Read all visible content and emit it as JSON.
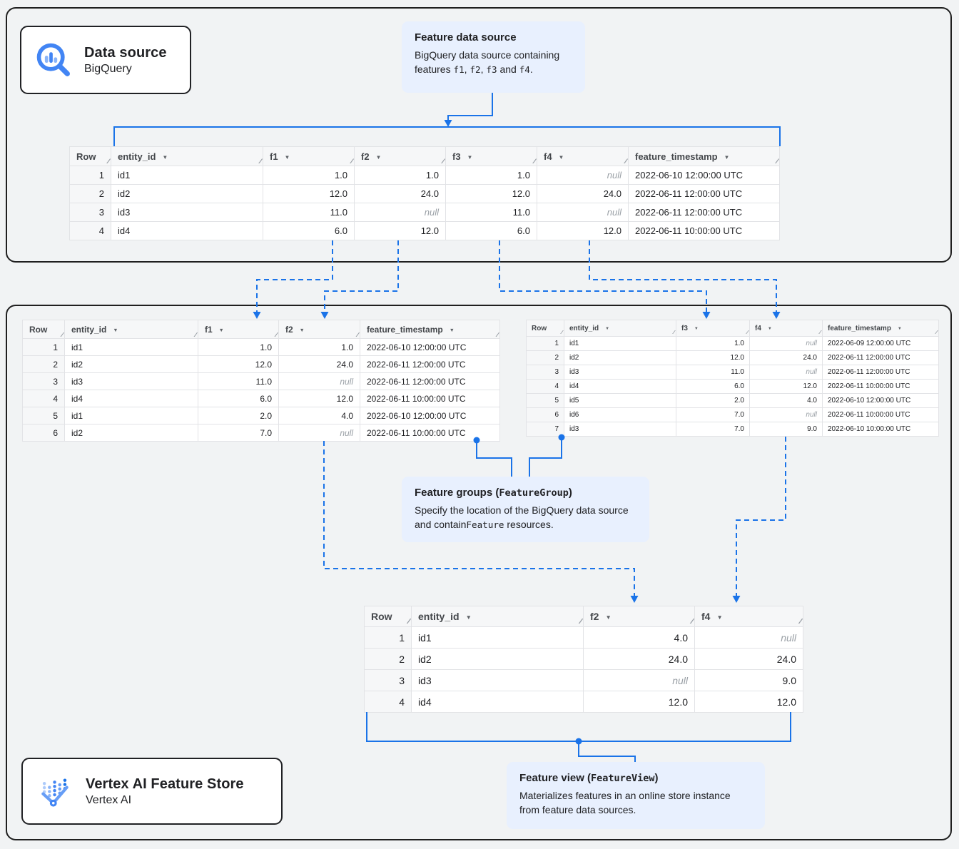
{
  "colors": {
    "accent_blue": "#1a73e8",
    "icon_blue": "#4285f4",
    "icon_blue_light": "#8ab4f8",
    "callout_bg": "#e8f0fe",
    "page_bg": "#f1f3f4",
    "null_text": "#9aa0a6"
  },
  "ui": {
    "null_label": "null",
    "icons": {
      "sort": "▼",
      "resize_grip": "⁄⁄"
    }
  },
  "cards": {
    "data_source": {
      "title": "Data source",
      "subtitle": "BigQuery"
    },
    "feature_store": {
      "title": "Vertex AI Feature Store",
      "subtitle": "Vertex AI"
    }
  },
  "callouts": {
    "feature_data_source": {
      "title_segments": [
        {
          "t": "Feature data source"
        }
      ],
      "body_segments": [
        {
          "t": "BigQuery data source containing features "
        },
        {
          "t": "f1",
          "mono": true
        },
        {
          "t": ", "
        },
        {
          "t": "f2",
          "mono": true
        },
        {
          "t": ", "
        },
        {
          "t": "f3",
          "mono": true
        },
        {
          "t": " and "
        },
        {
          "t": "f4",
          "mono": true
        },
        {
          "t": "."
        }
      ]
    },
    "feature_groups": {
      "title_segments": [
        {
          "t": "Feature groups ("
        },
        {
          "t": "FeatureGroup",
          "mono": true
        },
        {
          "t": ")"
        }
      ],
      "body_segments": [
        {
          "t": "Specify the location of the BigQuery data source and contain"
        },
        {
          "t": "Feature",
          "mono": true
        },
        {
          "t": " resources."
        }
      ]
    },
    "feature_view": {
      "title_segments": [
        {
          "t": "Feature view ("
        },
        {
          "t": "FeatureView",
          "mono": true
        },
        {
          "t": ")"
        }
      ],
      "body_segments": [
        {
          "t": "Materializes features in an online store instance from feature data sources."
        }
      ]
    }
  },
  "tables": {
    "source": {
      "columns": [
        {
          "key": "row",
          "label": "Row",
          "sortable": false,
          "align": "right"
        },
        {
          "key": "entity_id",
          "label": "entity_id",
          "sortable": true,
          "align": "left"
        },
        {
          "key": "f1",
          "label": "f1",
          "sortable": true,
          "align": "right"
        },
        {
          "key": "f2",
          "label": "f2",
          "sortable": true,
          "align": "right"
        },
        {
          "key": "f3",
          "label": "f3",
          "sortable": true,
          "align": "right"
        },
        {
          "key": "f4",
          "label": "f4",
          "sortable": true,
          "align": "right"
        },
        {
          "key": "feature_timestamp",
          "label": "feature_timestamp",
          "sortable": true,
          "align": "left"
        }
      ],
      "rows": [
        [
          "1",
          "id1",
          "1.0",
          "1.0",
          "1.0",
          null,
          "2022-06-10 12:00:00 UTC"
        ],
        [
          "2",
          "id2",
          "12.0",
          "24.0",
          "12.0",
          "24.0",
          "2022-06-11 12:00:00 UTC"
        ],
        [
          "3",
          "id3",
          "11.0",
          null,
          "11.0",
          null,
          "2022-06-11 12:00:00 UTC"
        ],
        [
          "4",
          "id4",
          "6.0",
          "12.0",
          "6.0",
          "12.0",
          "2022-06-11 10:00:00 UTC"
        ]
      ]
    },
    "group1": {
      "columns": [
        {
          "key": "row",
          "label": "Row",
          "sortable": false,
          "align": "right"
        },
        {
          "key": "entity_id",
          "label": "entity_id",
          "sortable": true,
          "align": "left"
        },
        {
          "key": "f1",
          "label": "f1",
          "sortable": true,
          "align": "right"
        },
        {
          "key": "f2",
          "label": "f2",
          "sortable": true,
          "align": "right"
        },
        {
          "key": "feature_timestamp",
          "label": "feature_timestamp",
          "sortable": true,
          "align": "left"
        }
      ],
      "rows": [
        [
          "1",
          "id1",
          "1.0",
          "1.0",
          "2022-06-10 12:00:00 UTC"
        ],
        [
          "2",
          "id2",
          "12.0",
          "24.0",
          "2022-06-11 12:00:00 UTC"
        ],
        [
          "3",
          "id3",
          "11.0",
          null,
          "2022-06-11 12:00:00 UTC"
        ],
        [
          "4",
          "id4",
          "6.0",
          "12.0",
          "2022-06-11 10:00:00 UTC"
        ],
        [
          "5",
          "id1",
          "2.0",
          "4.0",
          "2022-06-10 12:00:00 UTC"
        ],
        [
          "6",
          "id2",
          "7.0",
          null,
          "2022-06-11 10:00:00 UTC"
        ]
      ]
    },
    "group2": {
      "columns": [
        {
          "key": "row",
          "label": "Row",
          "sortable": false,
          "align": "right"
        },
        {
          "key": "entity_id",
          "label": "entity_id",
          "sortable": true,
          "align": "left"
        },
        {
          "key": "f3",
          "label": "f3",
          "sortable": true,
          "align": "right"
        },
        {
          "key": "f4",
          "label": "f4",
          "sortable": true,
          "align": "right"
        },
        {
          "key": "feature_timestamp",
          "label": "feature_timestamp",
          "sortable": true,
          "align": "left"
        }
      ],
      "rows": [
        [
          "1",
          "id1",
          "1.0",
          null,
          "2022-06-09 12:00:00 UTC"
        ],
        [
          "2",
          "id2",
          "12.0",
          "24.0",
          "2022-06-11 12:00:00 UTC"
        ],
        [
          "3",
          "id3",
          "11.0",
          null,
          "2022-06-11 12:00:00 UTC"
        ],
        [
          "4",
          "id4",
          "6.0",
          "12.0",
          "2022-06-11 10:00:00 UTC"
        ],
        [
          "5",
          "id5",
          "2.0",
          "4.0",
          "2022-06-10 12:00:00 UTC"
        ],
        [
          "6",
          "id6",
          "7.0",
          null,
          "2022-06-11 10:00:00 UTC"
        ],
        [
          "7",
          "id3",
          "7.0",
          "9.0",
          "2022-06-10 10:00:00 UTC"
        ]
      ]
    },
    "view": {
      "columns": [
        {
          "key": "row",
          "label": "Row",
          "sortable": false,
          "align": "right"
        },
        {
          "key": "entity_id",
          "label": "entity_id",
          "sortable": true,
          "align": "left"
        },
        {
          "key": "f2",
          "label": "f2",
          "sortable": true,
          "align": "right"
        },
        {
          "key": "f4",
          "label": "f4",
          "sortable": true,
          "align": "right"
        }
      ],
      "rows": [
        [
          "1",
          "id1",
          "4.0",
          null
        ],
        [
          "2",
          "id2",
          "24.0",
          "24.0"
        ],
        [
          "3",
          "id3",
          null,
          "9.0"
        ],
        [
          "4",
          "id4",
          "12.0",
          "12.0"
        ]
      ]
    }
  }
}
